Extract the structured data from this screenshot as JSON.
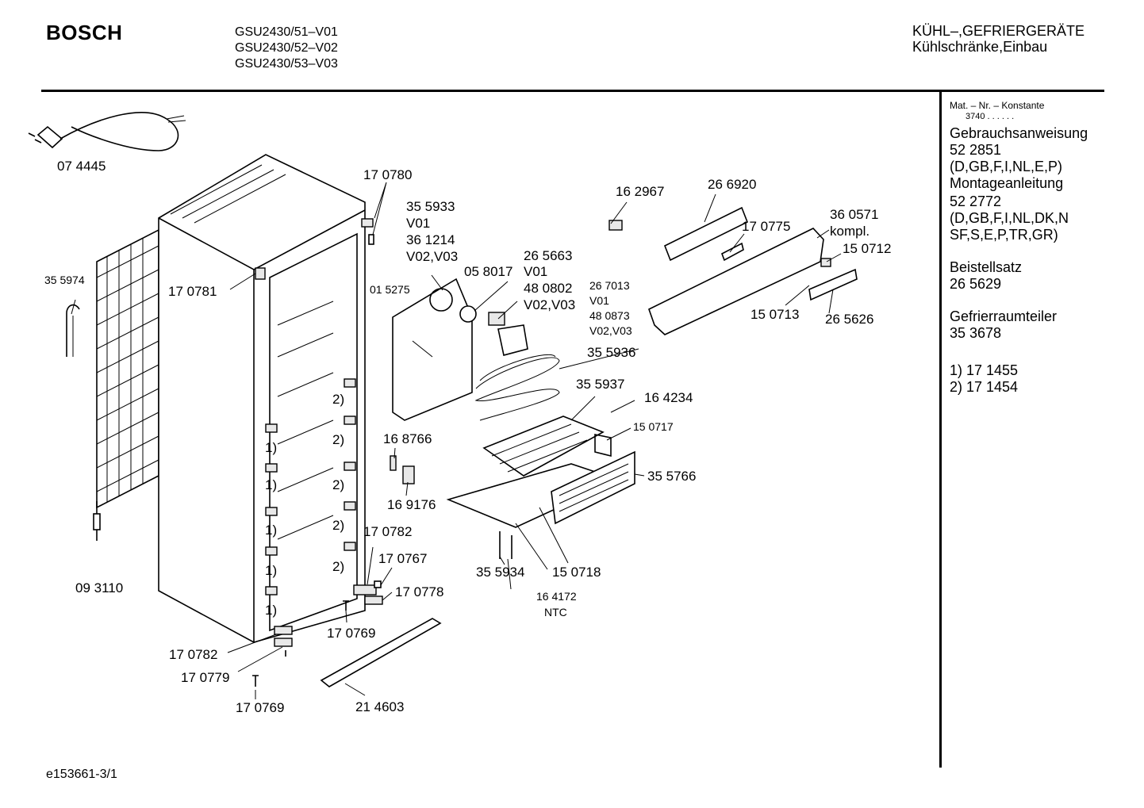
{
  "header": {
    "brand": "BOSCH",
    "models": [
      "GSU2430/51–V01",
      "GSU2430/52–V02",
      "GSU2430/53–V03"
    ],
    "category": "KÜHL–,GEFRIERGERÄTE",
    "subcategory": "Kühlschränke,Einbau"
  },
  "sidebar": {
    "konstante_label": "Mat. – Nr. – Konstante",
    "konstante_value": "3740 . . . . . .",
    "gebrauchsanweisung_label": "Gebrauchsanweisung",
    "gebrauchsanweisung_nr": "52 2851",
    "gebrauchsanweisung_lang": "(D,GB,F,I,NL,E,P)",
    "montageanleitung_label": "Montageanleitung",
    "montageanleitung_nr": "52 2772",
    "montageanleitung_lang1": "(D,GB,F,I,NL,DK,N",
    "montageanleitung_lang2": "SF,S,E,P,TR,GR)",
    "beistellsatz_label": "Beistellsatz",
    "beistellsatz_nr": "26 5629",
    "gefrierraumteiler_label": "Gefrierraumteiler",
    "gefrierraumteiler_nr": "35 3678",
    "note1": "1) 17 1455",
    "note2": "2) 17 1454"
  },
  "diagram": {
    "p074445": "07 4445",
    "p355974": "35 5974",
    "p093110": "09 3110",
    "p170781": "17 0781",
    "p170780": "17 0780",
    "p355933": "35 5933",
    "v01a": "V01",
    "p361214": "36 1214",
    "v0203a": "V02,V03",
    "p015275": "01 5275",
    "p058017": "05 8017",
    "v01b": "V01",
    "p265663": "26 5663",
    "p480802": "48 0802",
    "v0203b": "V02,V03",
    "p267013": "26   7013",
    "v01c": "V01",
    "p480873": "48 0873",
    "v0203c": "V02,V03",
    "p162967": "16 2967",
    "p266920": "26 6920",
    "p170775": "17 0775",
    "p360571": "36 0571",
    "kompl": "kompl.",
    "p150712": "15 0712",
    "p150713": "15  0713",
    "p265626": "26 5626",
    "p355936": "35 5936",
    "p355937": "35 5937",
    "p164234": "16 4234",
    "p150717": "15  0717",
    "p168766": "16 8766",
    "p169176": "16 9176",
    "p355766": "35 5766",
    "p170782a": "17 0782",
    "p170767": "17 0767",
    "p170778": "17 0778",
    "p355934": "35 5934",
    "p150718": "15  0718",
    "p164172": "16 4172",
    "ntc": "NTC",
    "p170769a": "17 0769",
    "p170782b": "17 0782",
    "p170779": "17 0779",
    "p170769b": "17 0769",
    "p214603": "21 4603",
    "n1": "1)",
    "n2": "2)"
  },
  "footer": {
    "code": "e153661-3/1"
  }
}
